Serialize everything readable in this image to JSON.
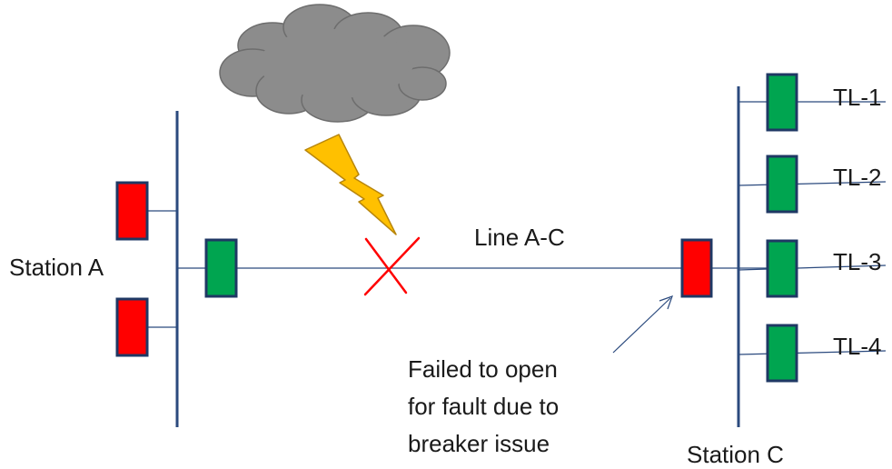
{
  "labels": {
    "station_a": "Station A",
    "station_c": "Station C",
    "line": "Line A-C",
    "note": [
      "Failed to open",
      "for fault due to",
      "breaker issue"
    ],
    "tl1": "TL-1",
    "tl2": "TL-2",
    "tl3": "TL-3",
    "tl4": "TL-4"
  },
  "breaker_states": {
    "station_a_upper": "open",
    "station_a_line": "closed",
    "station_a_lower": "open",
    "station_c_line": "open",
    "tl1": "closed",
    "tl2": "closed",
    "tl3": "closed",
    "tl4": "closed"
  },
  "icons": {
    "cloud": "storm-cloud-icon",
    "lightning": "lightning-bolt-icon",
    "fault": "fault-x-icon"
  },
  "colors": {
    "bus": "#2b4a7e",
    "open_breaker": "#ff0000",
    "closed_breaker": "#00a550",
    "breaker_border": "#1f3864",
    "cloud": "#8c8c8c",
    "lightning": "#ffc000",
    "fault": "#ff0000"
  }
}
